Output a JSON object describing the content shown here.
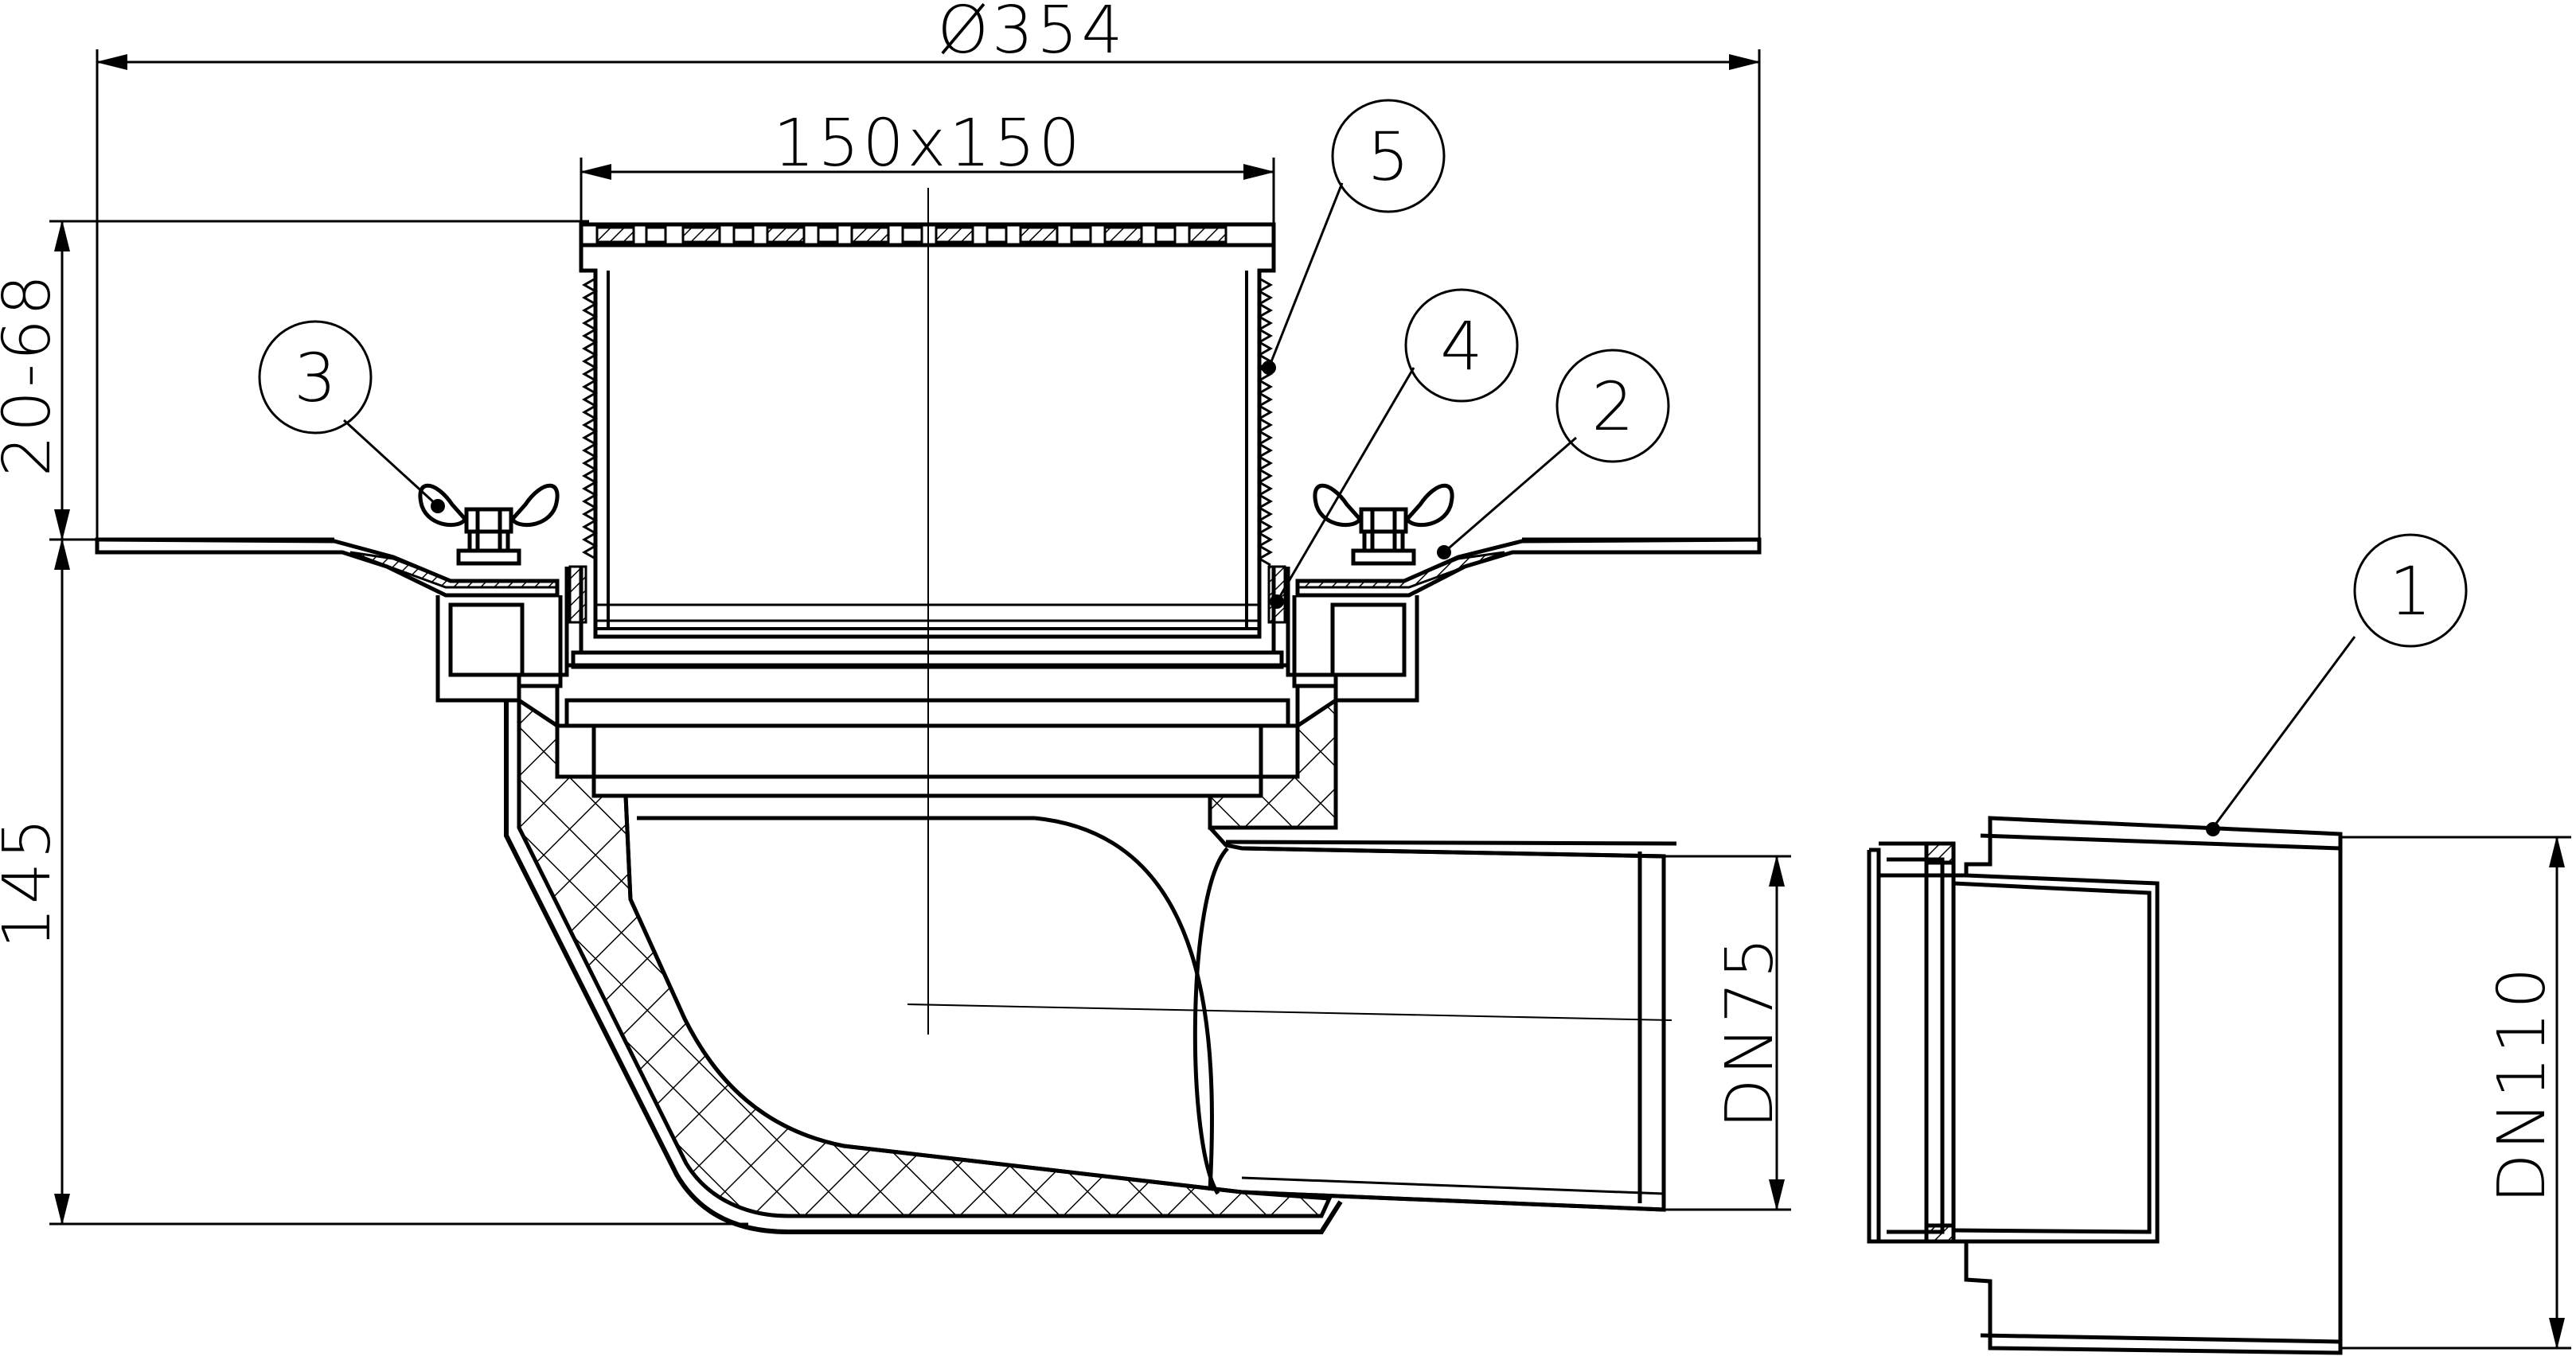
{
  "dimensions": {
    "overall_diameter": "Ø354",
    "grate_size": "150x150",
    "height_adjust": "20-68",
    "body_height": "145",
    "outlet_dn": "DN75",
    "adapter_dn": "DN110"
  },
  "callouts": [
    "1",
    "2",
    "3",
    "4",
    "5"
  ]
}
